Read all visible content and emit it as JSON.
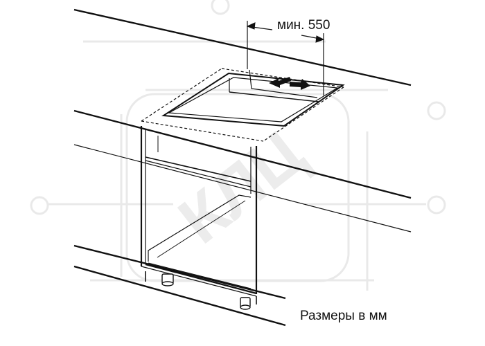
{
  "labels": {
    "min_dimension": "мин. 550",
    "units_note": "Размеры в мм"
  },
  "watermark": {
    "text": "КЛЦ",
    "color": "#e9e9e9"
  },
  "colors": {
    "line": "#111111",
    "watermark": "#e9e9e9"
  }
}
